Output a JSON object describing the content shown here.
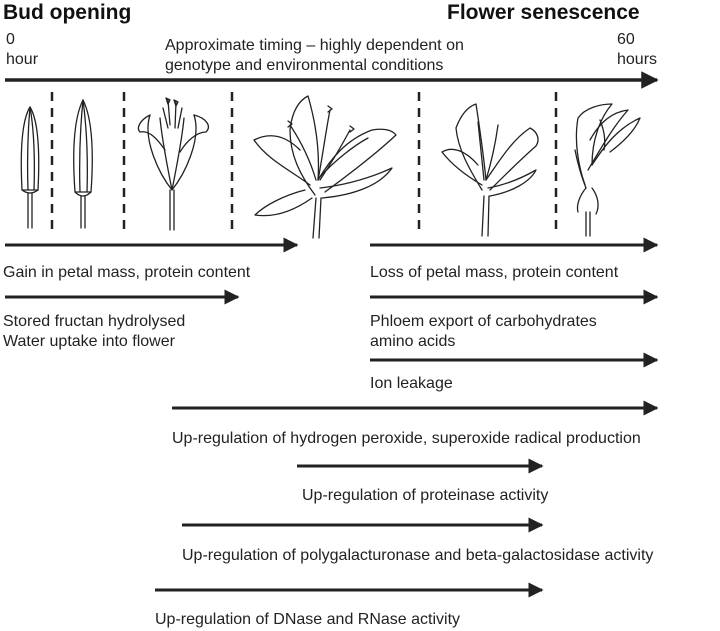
{
  "header": {
    "left_title": "Bud opening",
    "right_title": "Flower senescence",
    "start_time": "0",
    "start_unit": "hour",
    "end_time": "60",
    "end_unit": "hours",
    "timing_note_line1": "Approximate timing – highly dependent on",
    "timing_note_line2": "genotype and environmental conditions"
  },
  "stages": [
    {
      "name": "closed-bud"
    },
    {
      "name": "elongated-bud"
    },
    {
      "name": "opening-flower"
    },
    {
      "name": "fully-open-flower"
    },
    {
      "name": "early-senescent-flower"
    },
    {
      "name": "wilted-flower"
    }
  ],
  "processes": [
    {
      "label": "Gain in petal mass, protein content"
    },
    {
      "label_line1": "Stored fructan hydrolysed",
      "label_line2": "Water uptake into flower"
    },
    {
      "label": "Loss of petal mass, protein content"
    },
    {
      "label_line1": "Phloem export of carbohydrates",
      "label_line2": "amino acids"
    },
    {
      "label": "Ion leakage"
    },
    {
      "label": "Up-regulation of hydrogen peroxide, superoxide radical production"
    },
    {
      "label": "Up-regulation of proteinase activity"
    },
    {
      "label": "Up-regulation of polygalacturonase and beta-galactosidase activity"
    },
    {
      "label": "Up-regulation of DNase and RNase activity"
    }
  ],
  "colors": {
    "line": "#222222",
    "text": "#222222"
  }
}
